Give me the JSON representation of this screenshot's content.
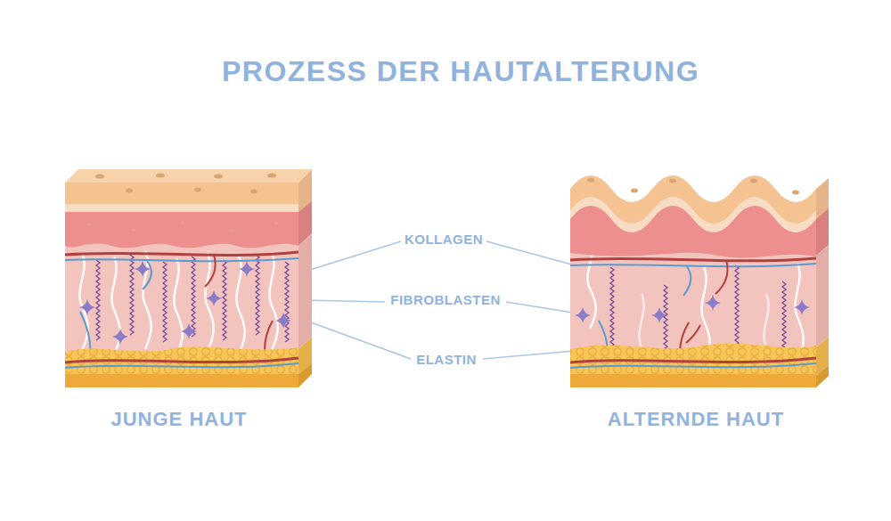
{
  "diagram": {
    "title": "PROZESS DER HAUTALTERUNG",
    "labels": [
      "KOLLAGEN",
      "FIBROBLASTEN",
      "ELASTIN",
      "JUNGE HAUT",
      "ALTERNDE HAUT"
    ]
  }
}
